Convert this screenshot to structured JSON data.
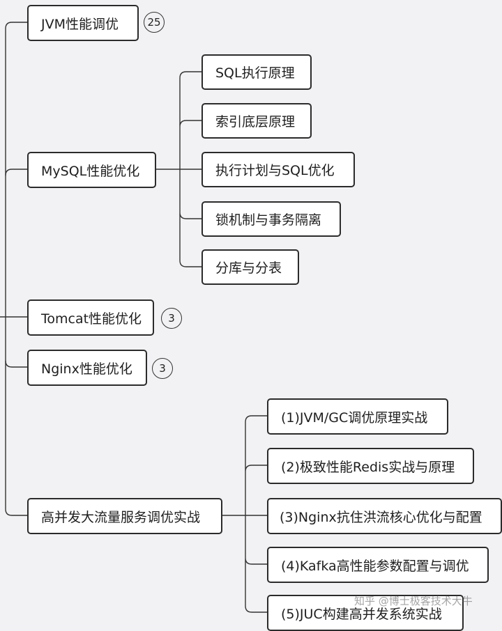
{
  "mindmap": {
    "branches": [
      {
        "label": "JVM性能调优",
        "badge": "25"
      },
      {
        "label": "MySQL性能优化",
        "children": [
          "SQL执行原理",
          "索引底层原理",
          "执行计划与SQL优化",
          "锁机制与事务隔离",
          "分库与分表"
        ]
      },
      {
        "label": "Tomcat性能优化",
        "badge": "3"
      },
      {
        "label": "Nginx性能优化",
        "badge": "3"
      },
      {
        "label": "高并发大流量服务调优实战",
        "children": [
          "(1)JVM/GC调优原理实战",
          "(2)极致性能Redis实战与原理",
          "(3)Nginx抗住洪流核心优化与配置",
          "(4)Kafka高性能参数配置与调优",
          "(5)JUC构建高并发系统实战"
        ]
      }
    ]
  },
  "watermark": "知乎 @博士极客技术大牛"
}
